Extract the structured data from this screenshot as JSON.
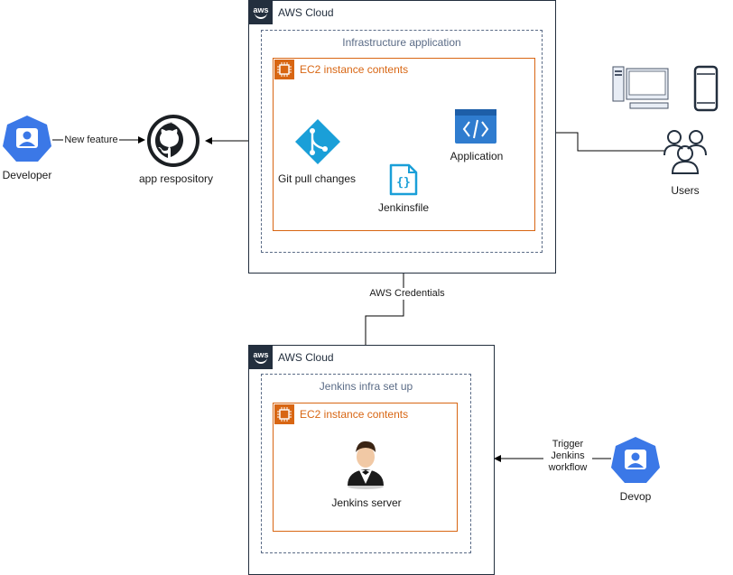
{
  "clouds": {
    "top": {
      "title": "AWS Cloud",
      "logo_text": "aws"
    },
    "bottom": {
      "title": "AWS Cloud",
      "logo_text": "aws"
    }
  },
  "groups": {
    "infra": "Infrastructure application",
    "jenkins_infra": "Jenkins infra set up"
  },
  "ec2": {
    "top": "EC2 instance contents",
    "bottom": "EC2 instance contents"
  },
  "nodes": {
    "developer": "Developer",
    "repository": "app respository",
    "git_pull": "Git pull changes",
    "jenkinsfile": "Jenkinsfile",
    "application": "Application",
    "users": "Users",
    "jenkins_server": "Jenkins server",
    "devop": "Devop"
  },
  "edges": {
    "new_feature": "New feature",
    "aws_credentials": "AWS Credentials",
    "trigger": "Trigger Jenkins workflow"
  },
  "colors": {
    "aws_dark": "#232f3e",
    "ec2_orange": "#d86613",
    "group_blue": "#5a6b86",
    "person_blue": "#3b78e7",
    "git_cyan": "#1a9fd8",
    "app_blue": "#2f7ccf"
  }
}
